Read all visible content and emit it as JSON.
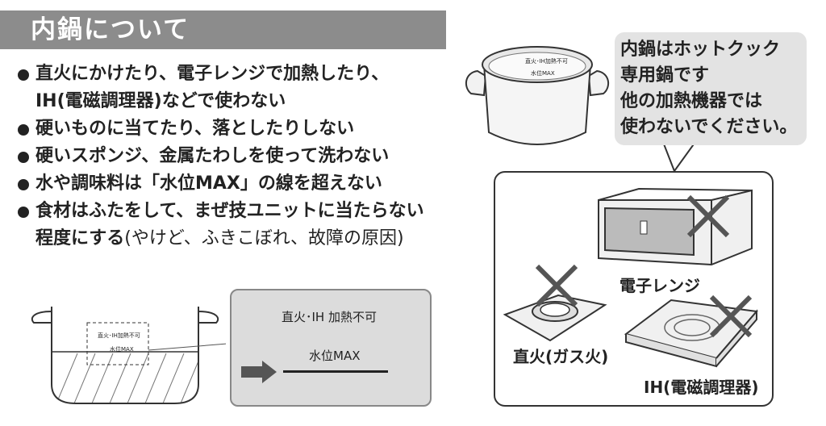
{
  "header": {
    "title": "内鍋について"
  },
  "bullets": [
    {
      "bold": "直火にかけたり、電子レンジで加熱したり、"
    },
    {
      "bold": "IH(電磁調理器)などで使わない",
      "continuation": true
    },
    {
      "bold": "硬いものに当てたり、落としたりしない"
    },
    {
      "bold": "硬いスポンジ、金属たわしを使って洗わない"
    },
    {
      "bold": "水や調味料は「水位MAX」の線を超えない"
    },
    {
      "bold": "食材はふたをして、まぜ技ユニットに当たらない"
    },
    {
      "bold": "程度にする",
      "normal": "(やけど、ふきこぼれ、故障の原因)",
      "continuation": true
    }
  ],
  "callout": {
    "lines": [
      "内鍋はホットクック",
      "専用鍋です",
      "他の加熱機器では",
      "使わないでください。"
    ]
  },
  "pot_top": {
    "label_heat": "直火･IH加熱不可",
    "label_max": "水位MAX"
  },
  "pot_cross": {
    "label_heat": "直火･IH加熱不可",
    "label_max": "水位MAX"
  },
  "info_box": {
    "label_heat": "直火･IH 加熱不可",
    "label_max": "水位MAX"
  },
  "appliances": {
    "microwave": "電子レンジ",
    "gas": "直火(ガス火)",
    "ih": "IH(電磁調理器)"
  },
  "colors": {
    "header_bg": "#8c8c8c",
    "callout_bg": "#e3e3e3",
    "info_bg": "#dcdcdc"
  },
  "icons": [
    "arrow-right-icon",
    "cross-mark-icon"
  ]
}
